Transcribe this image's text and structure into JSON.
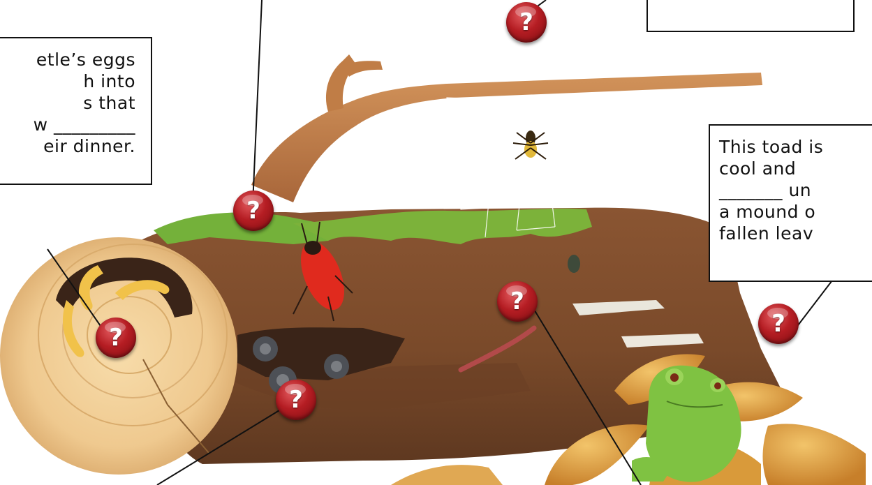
{
  "callouts": {
    "beetle": {
      "lines": [
        "etle’s eggs",
        "h into",
        "s that",
        "w _________",
        "eir dinner."
      ]
    },
    "toad": {
      "lines": [
        "This toad is",
        "cool and",
        "_______ un",
        "a mound o",
        "fallen leav"
      ]
    },
    "top_right": {
      "lines": []
    }
  },
  "hotspots": {
    "symbol": "?",
    "items": [
      {
        "id": "top-center",
        "label": "?"
      },
      {
        "id": "moss",
        "label": "?"
      },
      {
        "id": "log-end",
        "label": "?"
      },
      {
        "id": "millipedes",
        "label": "?"
      },
      {
        "id": "centipede",
        "label": "?"
      },
      {
        "id": "toad",
        "label": "?"
      }
    ]
  },
  "colors": {
    "hotspot_red": "#b51d23",
    "log_bark": "#7a4a2a",
    "log_end": "#f1c98a",
    "moss": "#7cb23a",
    "beetle": "#e02a1e",
    "toad": "#7fc242",
    "leaves": "#d99a3a"
  }
}
